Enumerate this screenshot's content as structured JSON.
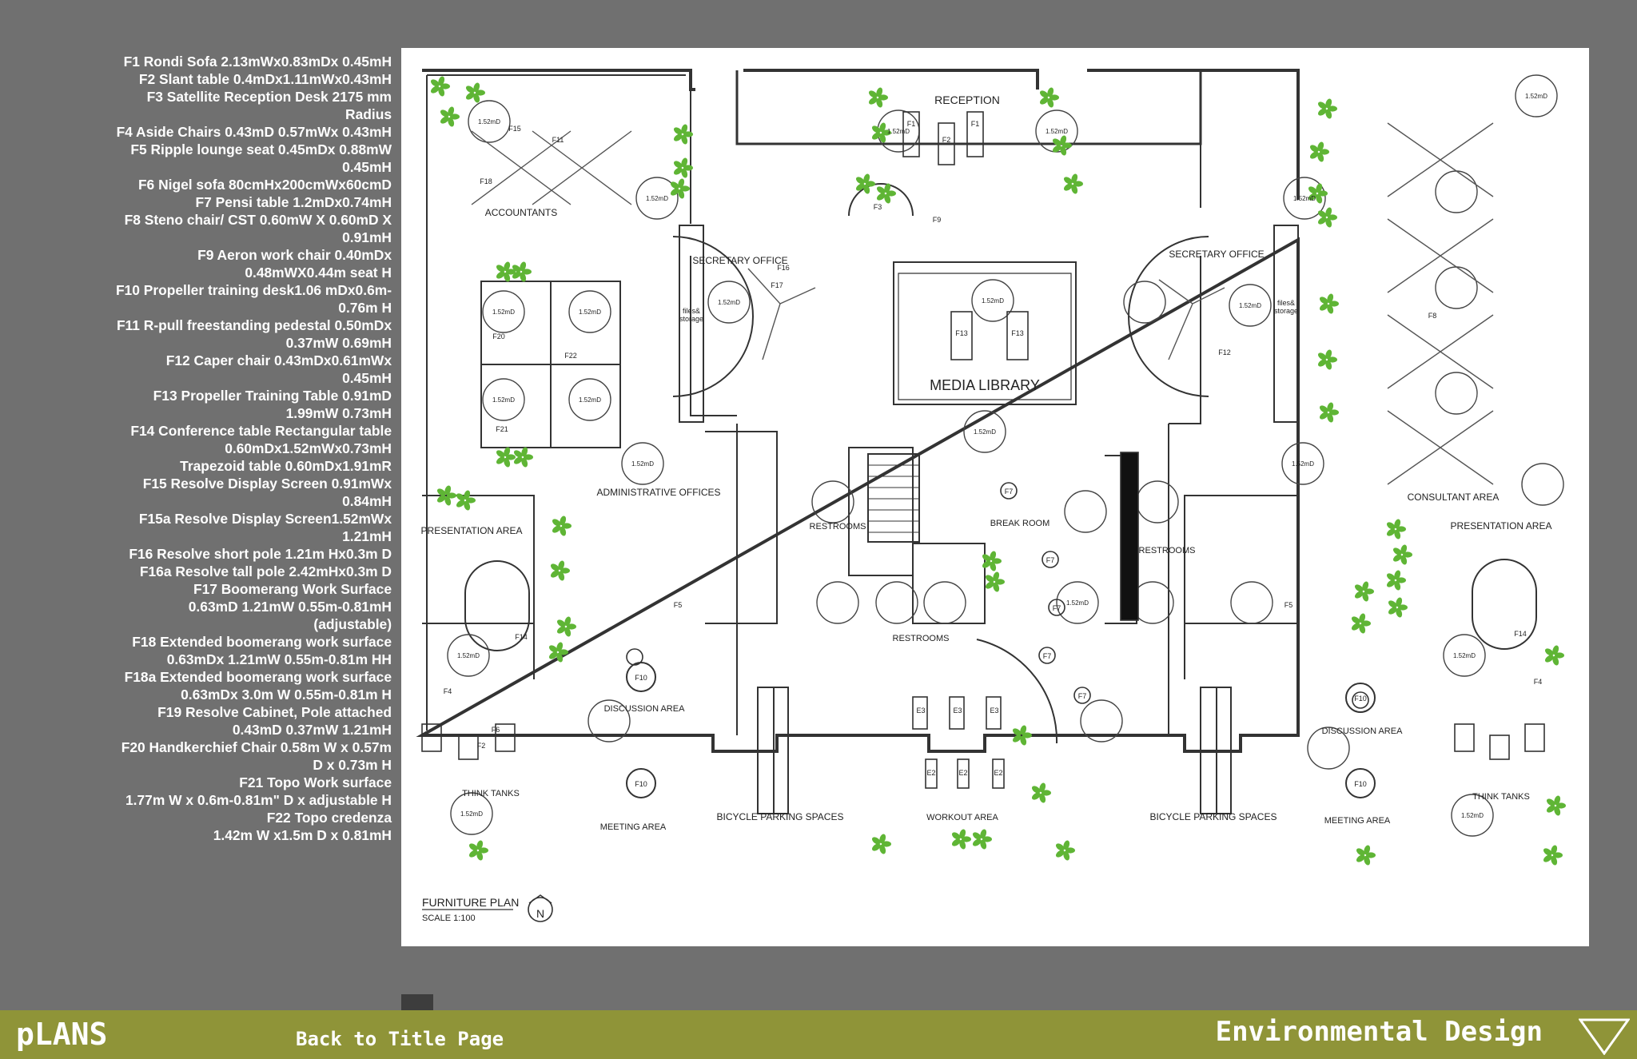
{
  "legend": [
    "F1 Rondi Sofa 2.13mWx0.83mDx 0.45mH",
    "F2 Slant table 0.4mDx1.11mWx0.43mH",
    "F3 Satellite Reception Desk 2175 mm",
    "Radius",
    "F4 Aside Chairs 0.43mD 0.57mWx 0.43mH",
    "F5 Ripple lounge seat 0.45mDx 0.88mW",
    "0.45mH",
    "F6 Nigel sofa 80cmHx200cmWx60cmD",
    "F7 Pensi table 1.2mDx0.74mH",
    "F8 Steno chair/ CST 0.60mW X 0.60mD X",
    "0.91mH",
    "F9 Aeron work chair 0.40mDx",
    "0.48mWX0.44m seat H",
    "F10 Propeller training desk1.06 mDx0.6m-",
    "0.76m H",
    "F11 R-pull freestanding pedestal 0.50mDx",
    "0.37mW 0.69mH",
    "F12 Caper chair 0.43mDx0.61mWx",
    "0.45mH",
    "F13 Propeller Training Table 0.91mD",
    "1.99mW 0.73mH",
    "F14 Conference table Rectangular table",
    "0.60mDx1.52mWx0.73mH",
    "Trapezoid table 0.60mDx1.91mR",
    "F15 Resolve Display Screen 0.91mWx",
    "0.84mH",
    "F15a Resolve Display Screen1.52mWx",
    "1.21mH",
    "F16 Resolve short pole 1.21m Hx0.3m D",
    "F16a Resolve tall pole 2.42mHx0.3m D",
    "F17 Boomerang Work Surface",
    "0.63mD 1.21mW 0.55m-0.81mH",
    "(adjustable)",
    "F18 Extended boomerang work surface",
    "0.63mDx 1.21mW 0.55m-0.81m HH",
    "F18a Extended boomerang work surface",
    "0.63mDx 3.0m W 0.55m-0.81m H",
    "F19 Resolve Cabinet, Pole attached",
    "0.43mD 0.37mW 1.21mH",
    "F20 Handkerchief Chair 0.58m W x 0.57m",
    "D x 0.73m H",
    "F21 Topo Work surface",
    "1.77m W x 0.6m-0.81m\" D x adjustable H",
    "F22 Topo credenza",
    "1.42m W x1.5m D x 0.81mH"
  ],
  "plan": {
    "areas": {
      "reception": "RECEPTION",
      "accountants": "ACCOUNTANTS",
      "secretary_left": "SECRETARY OFFICE",
      "secretary_right": "SECRETARY OFFICE",
      "media_library": "MEDIA LIBRARY",
      "administrative": "ADMINISTRATIVE OFFICES",
      "consultant": "CONSULTANT AREA",
      "presentation_left": "PRESENTATION AREA",
      "presentation_right": "PRESENTATION AREA",
      "restrooms_left": "RESTROOMS",
      "restrooms_center": "RESTROOMS",
      "restrooms_right": "RESTROOMS",
      "break_room": "BREAK ROOM",
      "discussion_left": "DISCUSSION AREA",
      "discussion_right": "DISCUSSION AREA",
      "think_tanks_left": "THINK TANKS",
      "think_tanks_right": "THINK TANKS",
      "meeting_left": "MEETING AREA",
      "meeting_right": "MEETING AREA",
      "bicycle_left": "BICYCLE PARKING SPACES",
      "bicycle_right": "BICYCLE PARKING SPACES",
      "workout": "WORKOUT AREA",
      "files_left": "files&",
      "files_left_2": "storage",
      "files_right": "files&",
      "files_right_2": "storage"
    },
    "dimension_tag": "1.52mD",
    "title": "FURNITURE  PLAN",
    "scale": "SCALE 1:100",
    "north": "N",
    "furniture_tags": {
      "f1": "F1",
      "f2": "F2",
      "f3": "F3",
      "f4": "F4",
      "f5": "F5",
      "f6": "F6",
      "f7": "F7",
      "f8": "F8",
      "f9": "F9",
      "f10": "F10",
      "f11": "F11",
      "f12": "F12",
      "f13": "F13",
      "f14": "F14",
      "f15": "F15",
      "f16": "F16",
      "f17": "F17",
      "f18": "F18",
      "f20": "F20",
      "f21": "F21",
      "f22": "F22",
      "e3": "E3",
      "e2": "E2"
    },
    "plant_color": "#5fb535"
  },
  "footer": {
    "page_title": "pLANS",
    "back_label": "Back to Title Page",
    "course_title": "Environmental Design",
    "bar_color": "#8f9438"
  }
}
